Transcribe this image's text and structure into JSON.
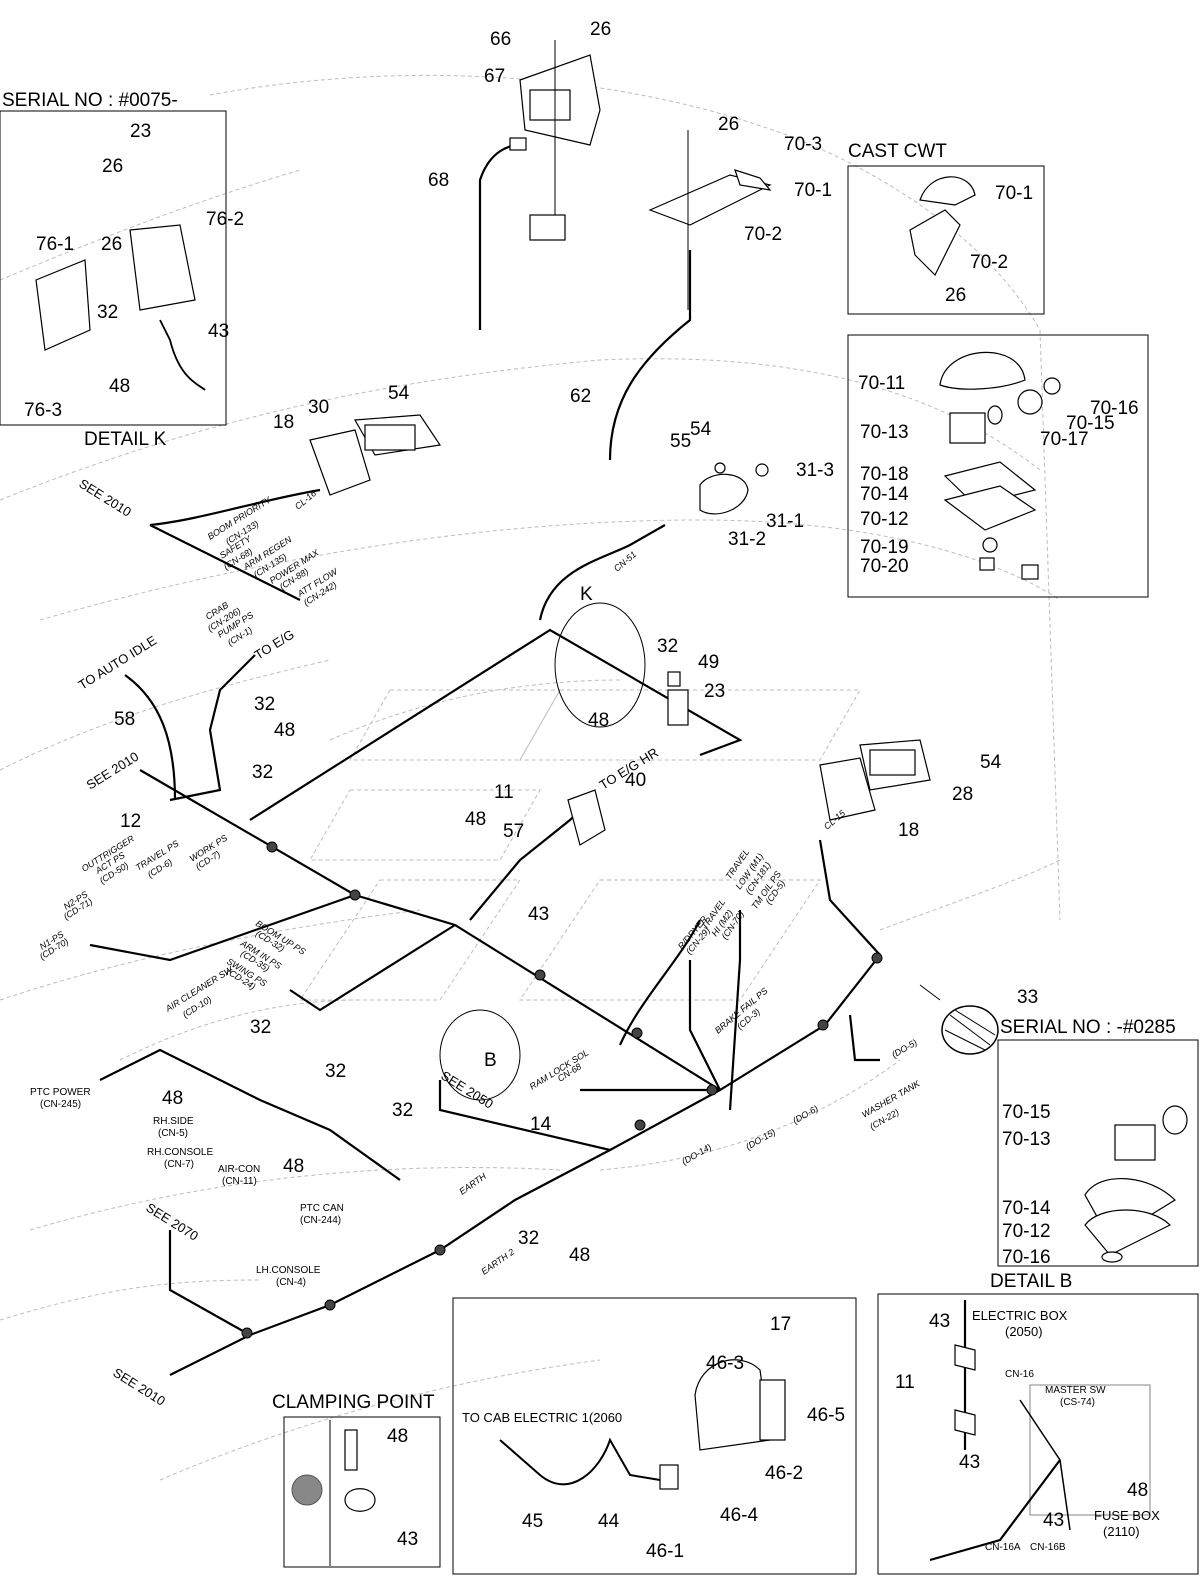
{
  "detail_boxes": {
    "serial_top": "SERIAL NO : #0075-",
    "detail_k": "DETAIL K",
    "cast_cwt": "CAST CWT",
    "serial_bottom": "SERIAL NO : -#0285",
    "detail_b": "DETAIL B",
    "clamping_point": "CLAMPING POINT"
  },
  "part_labels": {
    "p26a": "26",
    "p66": "66",
    "p67": "67",
    "p68": "68",
    "p26b": "26",
    "p70_3": "70-3",
    "p70_1a": "70-1",
    "p70_2a": "70-2",
    "p70_1b": "70-1",
    "p70_2b": "70-2",
    "p26c": "26",
    "p23k": "23",
    "p26k1": "26",
    "p76_2": "76-2",
    "p76_1": "76-1",
    "p26k2": "26",
    "p32k": "32",
    "p43k": "43",
    "p48k": "48",
    "p76_3": "76-3",
    "p62": "62",
    "p70_11": "70-11",
    "p70_16": "70-16",
    "p70_15": "70-15",
    "p70_13": "70-13",
    "p70_17": "70-17",
    "p70_18": "70-18",
    "p70_14": "70-14",
    "p70_12": "70-12",
    "p70_19": "70-19",
    "p70_20": "70-20",
    "p54a": "54",
    "p30": "30",
    "p18a": "18",
    "p55": "55",
    "p54b": "54",
    "p31_3": "31-3",
    "p31_1": "31-1",
    "p31_2": "31-2",
    "pK": "K",
    "p32a": "32",
    "p49": "49",
    "p23": "23",
    "p48a": "48",
    "p58": "58",
    "p32b": "32",
    "p48b": "48",
    "p32c": "32",
    "p11": "11",
    "p40": "40",
    "p12": "12",
    "p48c": "48",
    "p57": "57",
    "p43": "43",
    "p54c": "54",
    "p28": "28",
    "p18b": "18",
    "p33": "33",
    "p70_15b": "70-15",
    "p70_13b": "70-13",
    "p70_14b": "70-14",
    "p70_12b": "70-12",
    "p70_16b": "70-16",
    "p32d": "32",
    "pB": "B",
    "p48d": "48",
    "p32e": "32",
    "p32f": "32",
    "p48e": "48",
    "p14": "14",
    "p32g": "32",
    "p48f": "48",
    "p48g": "48",
    "p43g": "43",
    "p17": "17",
    "p46_3": "46-3",
    "p46_5": "46-5",
    "p46_2": "46-2",
    "p46_4": "46-4",
    "p45": "45",
    "p44": "44",
    "p46_1": "46-1",
    "p43b1": "43",
    "p11b": "11",
    "p43b2": "43",
    "p48b2": "48",
    "p43b3": "43"
  },
  "callouts": {
    "to_auto_idle": "TO AUTO IDLE",
    "to_eg": "TO E/G",
    "to_eg_hr": "TO E/G HR",
    "see_2010_a": "SEE 2010",
    "see_2010_b": "SEE 2010",
    "see_2010_c": "SEE 2010",
    "see_2050": "SEE 2050",
    "see_2070": "SEE 2070",
    "to_cab": "TO CAB ELECTRIC 1(2060",
    "earth": "EARTH",
    "earth2": "EARTH 2",
    "electric_box": "ELECTRIC BOX",
    "electric_box_ref": "(2050)",
    "master_sw": "MASTER SW",
    "master_sw_ref": "(CS-74)",
    "cn16": "CN-16",
    "cn16a": "CN-16A",
    "cn16b": "CN-16B",
    "fuse_box": "FUSE BOX",
    "fuse_box_ref": "(2110)",
    "ptc_power": "PTC POWER",
    "ptc_power_ref": "(CN-245)",
    "rh_side": "RH.SIDE",
    "rh_side_ref": "(CN-5)",
    "rh_console": "RH.CONSOLE",
    "rh_console_ref": "(CN-7)",
    "air_con": "AIR-CON",
    "air_con_ref": "(CN-11)",
    "ptc_can": "PTC CAN",
    "ptc_can_ref": "(CN-244)",
    "lh_console": "LH.CONSOLE",
    "lh_console_ref": "(CN-4)"
  },
  "connector_tags": {
    "cl16": "CL-16",
    "cl15": "CL-15",
    "cn51": "CN-51",
    "boom_priority": "BOOM PRIORITY",
    "boom_priority_ref": "(CN-133)",
    "safety": "SAFETY",
    "safety_ref": "(CN-68)",
    "arm_regen": "ARM REGEN",
    "arm_regen_ref": "(CN-135)",
    "power_max": "POWER MAX",
    "power_max_ref": "(CN-88)",
    "att_flow": "ATT FLOW",
    "att_flow_ref": "(CN-242)",
    "crab": "CRAB",
    "crab_ref": "(CN-206)",
    "pump_ps": "PUMP PS",
    "pump_ps_ref": "(CN-1)",
    "outrigger": "OUTTRIGGER",
    "outrigger_2": "ACT PS",
    "outrigger_ref": "(CD-50)",
    "travel_ps": "TRAVEL PS",
    "travel_ps_ref": "(CD-6)",
    "work_ps": "WORK PS",
    "work_ps_ref": "(CD-7)",
    "n2_ps": "N2-PS",
    "n2_ps_ref": "(CD-71)",
    "n1_ps": "N1-PS",
    "n1_ps_ref": "(CD-70)",
    "boom_up_ps": "BOOM UP PS",
    "boom_up_ps_ref": "(CD-32)",
    "arm_in_ps": "ARM IN PS",
    "arm_in_ps_ref": "(CD-35)",
    "swing_ps": "SWING PS",
    "swing_ps_ref": "(CD-24)",
    "air_cleaner": "AIR CLEANER SW",
    "air_cleaner_ref": "(CD-10)",
    "ram_lock": "RAM LOCK SOL",
    "ram_lock_ref": "CN-68",
    "r_dryer": "R/DRYER",
    "r_dryer_ref": "(CN-29)",
    "travel_low": "TRAVEL",
    "travel_low_2": "LOW (M1)",
    "travel_low_ref": "(CN-181)",
    "travel_hi": "TRAVEL",
    "travel_hi_2": "HI (M2)",
    "travel_hi_ref": "(CN-70)",
    "tm_oil": "TM OIL PS",
    "tm_oil_ref": "(CD-5)",
    "brake_fail": "BRAKE FAIL PS",
    "brake_fail_ref": "(CD-3)",
    "washer_tank": "WASHER TANK",
    "washer_tank_ref": "(CN-22)",
    "do5": "(DO-5)",
    "do6": "(DO-6)",
    "do14": "(DO-14)",
    "do15": "(DO-15)"
  }
}
